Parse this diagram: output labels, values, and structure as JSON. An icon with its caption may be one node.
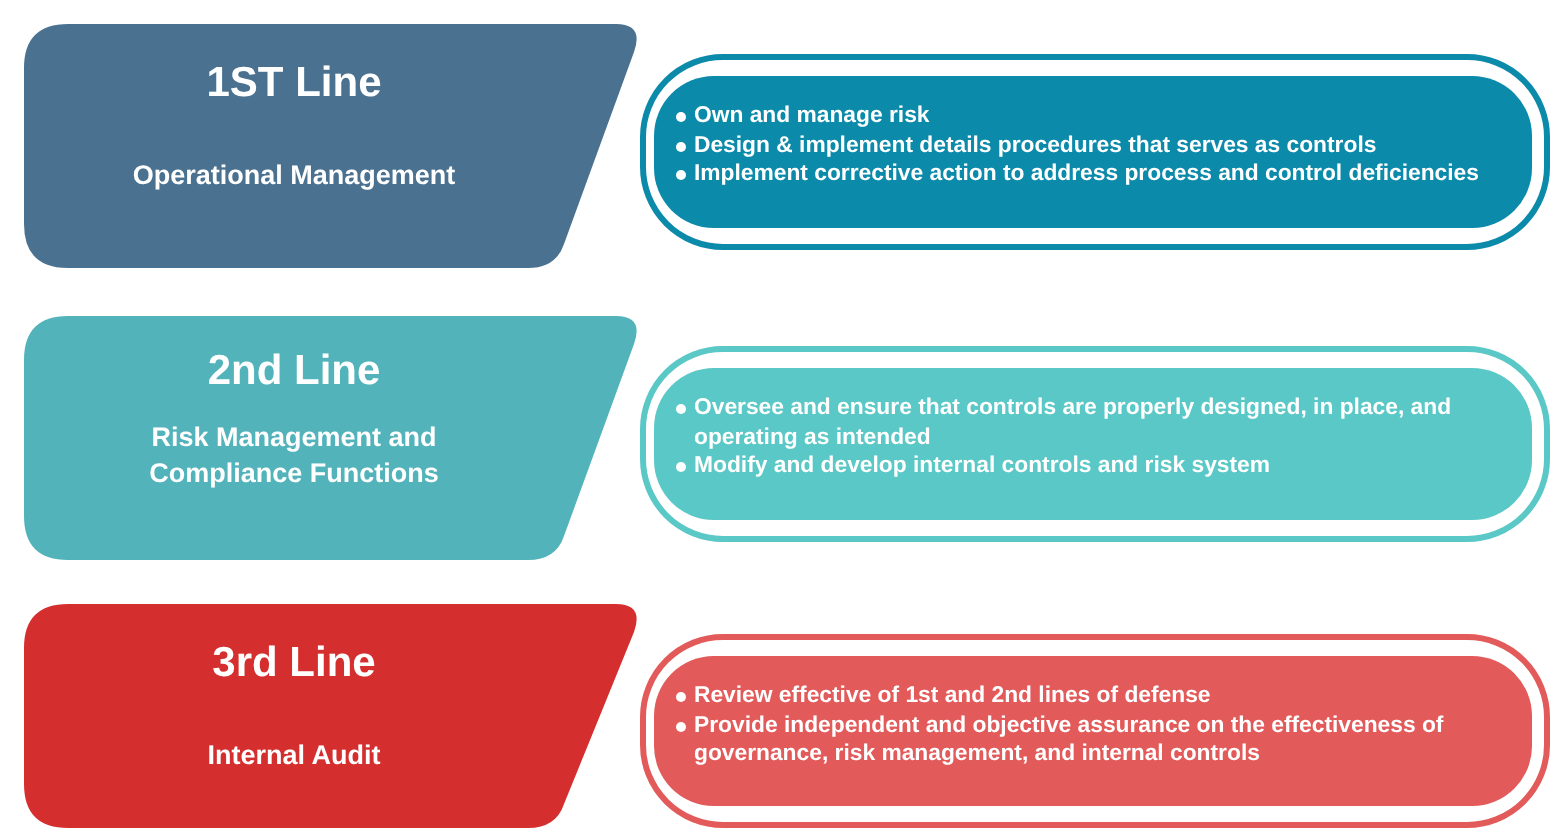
{
  "diagram": {
    "nodes": [
      {
        "text": [
          "1ST Line",
          "Operational Management"
        ]
      },
      {
        "text": [
          "Own and manage risk",
          "Design & implement details procedures that serves as controls",
          "Implement corrective action to address process and control deficiencies"
        ]
      },
      {
        "text": [
          "2nd Line",
          "Risk Management and Compliance Functions"
        ]
      },
      {
        "text": [
          "Oversee and ensure that controls are properly designed, in place, and operating as intended",
          "Modify and develop internal controls and risk system"
        ]
      },
      {
        "text": [
          "3rd Line",
          "Internal Audit"
        ]
      },
      {
        "text": [
          "Review effective of 1st and 2nd lines of defense",
          "Provide independent and objective assurance on the effectiveness of governance, risk management, and internal controls"
        ]
      }
    ],
    "edges": []
  }
}
